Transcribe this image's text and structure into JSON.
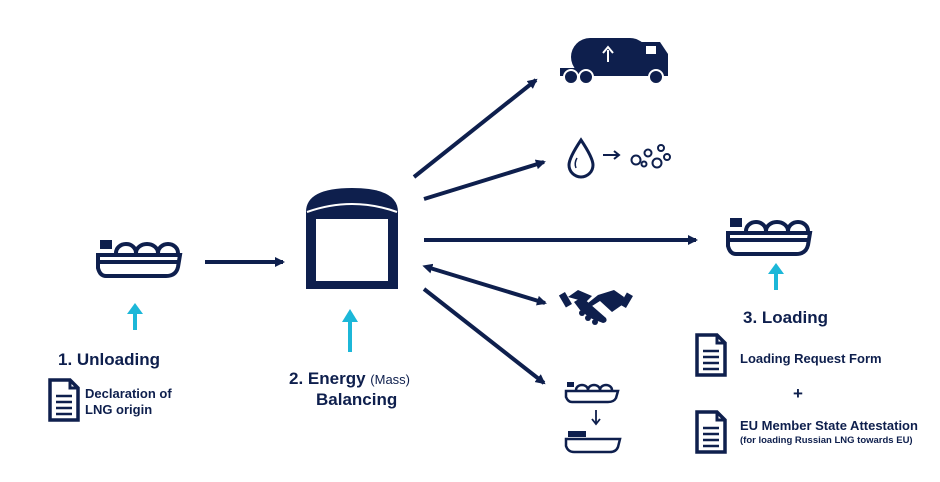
{
  "steps": {
    "unloading": {
      "title": "1. Unloading",
      "document_line1": "Declaration of",
      "document_line2": "LNG origin"
    },
    "balancing": {
      "title_part1": "2. Energy",
      "title_note": "(Mass)",
      "title_part2": "Balancing"
    },
    "loading": {
      "title": "3. Loading",
      "document1": "Loading Request Form",
      "plus": "+",
      "document2": "EU Member State Attestation",
      "document2_note": "(for loading Russian LNG towards EU)"
    }
  },
  "icons": {
    "colors": {
      "navy": "#0e1f4d",
      "cyan": "#1cb7d8"
    },
    "names": [
      "lng-ship-icon",
      "storage-tank-icon",
      "tanker-truck-icon",
      "regasification-icon",
      "handshake-icon",
      "ship-to-ship-transfer-icon",
      "document-icon"
    ]
  }
}
